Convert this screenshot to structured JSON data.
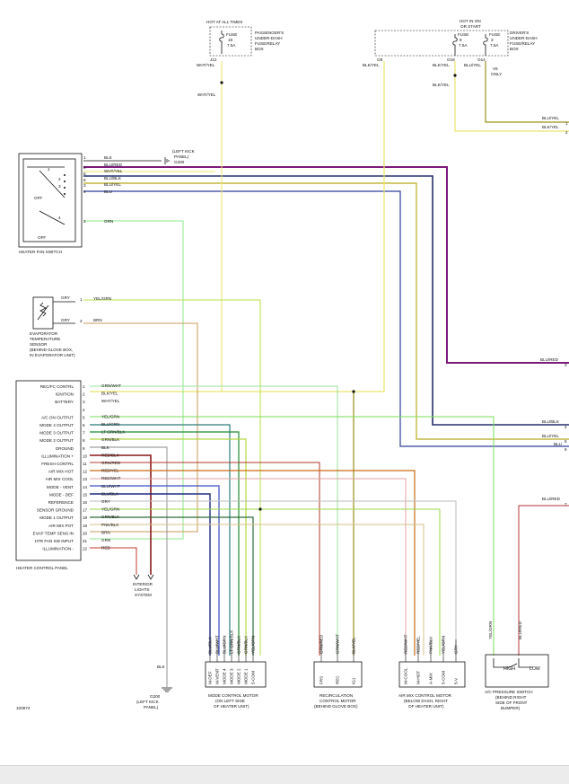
{
  "fuse_boxes": [
    {
      "hot_label": "HOT AT ALL TIMES",
      "fuse": [
        "FUSE",
        "19",
        "7.5A"
      ],
      "box_label": [
        "PASSENGER'S",
        "UNDER-DASH",
        "FUSE/RELAY",
        "BOX"
      ],
      "connector": "J12",
      "wire": "WHT/YEL"
    },
    {
      "hot_label": [
        "HOT IN ON",
        "OR START"
      ],
      "fuse_left": [
        "FUSE",
        "8",
        "7.5A"
      ],
      "fuse_right": [
        "FUSE",
        "3",
        "7.5A"
      ],
      "box_label": [
        "DRIVER'S",
        "UNDER-DASH",
        "FUSE/RELAY",
        "BOX"
      ],
      "connectors": [
        "O8",
        "O19",
        "O14"
      ],
      "wires": [
        "BLK/YEL",
        "BLK/YEL",
        "BLU/YEL"
      ],
      "v6_note": [
        "V6",
        "ONLY"
      ],
      "outputs": [
        {
          "wire": "BLU/YEL",
          "num": "1"
        },
        {
          "wire": "BLK/YEL",
          "num": "2"
        }
      ]
    }
  ],
  "heater_fan_switch": {
    "title": "HEATER FAN SWITCH",
    "positions": [
      "OFF",
      "1",
      "2",
      "3",
      "4",
      "OFF"
    ],
    "pins": [
      {
        "num": "1",
        "wire": "BLK"
      },
      {
        "num": "6",
        "wire": "BLU/RED"
      },
      {
        "num": "5",
        "wire": "WHT/YEL"
      },
      {
        "num": "8",
        "wire": "BLU/BLK"
      },
      {
        "num": "3",
        "wire": "BLU/YEL"
      },
      {
        "num": "4",
        "wire": "BLU"
      },
      {
        "num": "2",
        "wire": "GRN"
      }
    ],
    "ground": [
      "(LEFT KICK",
      "PANEL)",
      "G200"
    ]
  },
  "evap_sensor": {
    "title": [
      "EVAPORATOR",
      "TEMPERATURE",
      "SENSOR",
      "(BEHIND GLOVE BOX,",
      "IN EVAPORATOR UNIT)"
    ],
    "pins": [
      {
        "wire_side": "GRY",
        "num": "1",
        "wire": "YEL/GRN"
      },
      {
        "wire_side": "GRY",
        "num": "2",
        "wire": "BRN"
      }
    ]
  },
  "control_panel": {
    "title": "HEATER CONTROL PANEL",
    "rows": [
      {
        "label": "REC/FC CONTRL",
        "num": "1",
        "wire": "GRN/WHT"
      },
      {
        "label": "IGNITION",
        "num": "2",
        "wire": "BLK/YEL"
      },
      {
        "label": "BATTERY",
        "num": "3",
        "wire": "WHT/YEL"
      },
      {
        "label": "",
        "num": "4",
        "wire": ""
      },
      {
        "label": "A/C ON OUTPUT",
        "num": "5",
        "wire": "YEL/GRN"
      },
      {
        "label": "MODE 4 OUTPUT",
        "num": "6",
        "wire": "BLU/GRN"
      },
      {
        "label": "MODE 3 OUTPUT",
        "num": "7",
        "wire": "LT GRN/BLK"
      },
      {
        "label": "MODE 2 OUTPUT",
        "num": "8",
        "wire": "GRN/BLK"
      },
      {
        "label": "GROUND",
        "num": "9",
        "wire": "BLK"
      },
      {
        "label": "ILLUMINATION +",
        "num": "10",
        "wire": "RED/BLK"
      },
      {
        "label": "FRESH CONTRL",
        "num": "11",
        "wire": "GRN/RED"
      },
      {
        "label": "AIR MIX HOT",
        "num": "12",
        "wire": "RED/YEL"
      },
      {
        "label": "AIR MIX COOL",
        "num": "13",
        "wire": "RED/WHT"
      },
      {
        "label": "MODE - VENT",
        "num": "14",
        "wire": "BLU/WHT"
      },
      {
        "label": "MODE - DEF",
        "num": "15",
        "wire": "BLU/BLK"
      },
      {
        "label": "REFERENCE",
        "num": "16",
        "wire": "GRY"
      },
      {
        "label": "SENSOR GROUND",
        "num": "17",
        "wire": "YEL/GRN"
      },
      {
        "label": "MODE 1 OUTPUT",
        "num": "18",
        "wire": "GRN/BLK"
      },
      {
        "label": "AIR MIX POT",
        "num": "19",
        "wire": "PNK/BLK"
      },
      {
        "label": "EVAP TEMP SENS IN",
        "num": "20",
        "wire": "BRN"
      },
      {
        "label": "HTR FAN SW INPUT",
        "num": "21",
        "wire": "GRN"
      },
      {
        "label": "ILLUMINATION -",
        "num": "22",
        "wire": "RED"
      }
    ]
  },
  "interior_lights": [
    "INTERIOR",
    "LIGHTS",
    "SYSTEM"
  ],
  "right_outputs": [
    {
      "wire": "BLU/RED",
      "num": "3"
    },
    {
      "wire": "BLU/BLK",
      "num": "4"
    },
    {
      "wire": "BLU/YEL",
      "num": "5"
    },
    {
      "wire": "BLU",
      "num": "6"
    },
    {
      "wire": "BLU/RED",
      "num": "7"
    }
  ],
  "components": {
    "mode_motor": {
      "title": [
        "MODE CONTROL MOTOR",
        "(ON LEFT SIDE",
        "OF HEATER UNIT)"
      ],
      "wires": [
        "BLU/BLK",
        "BLU/WHT",
        "BLU/GRN",
        "LT GRN/BLK",
        "GRN/BLK",
        "GRN/BLK",
        "YEL/GRN"
      ],
      "pins": [
        "M-DEF",
        "M-VENT",
        "MODE 4",
        "MODE 3",
        "MODE 2",
        "MODE 1",
        "5-COM"
      ]
    },
    "recirc_motor": {
      "title": [
        "RECIRCULATION",
        "CONTROL MOTOR",
        "(BEHIND GLOVE BOX)"
      ],
      "wires": [
        "GRN/RED",
        "GRN/WHT",
        "BLK/YEL"
      ],
      "pins": [
        "FRS",
        "REC",
        "IG1"
      ]
    },
    "airmix_motor": {
      "title": [
        "AIR MIX CONTROL MOTOR",
        "(BELOW DASH, RIGHT",
        "OF HEATER UNIT)"
      ],
      "wires": [
        "RED/WHT",
        "RED/YEL",
        "PNK/BLK",
        "YEL/GRN",
        "GRY"
      ],
      "pins": [
        "M-COOL",
        "M-HOT",
        "A-MIX",
        "5-COM",
        "5-V"
      ]
    },
    "pressure_switch": {
      "title": [
        "A/C PRESSURE SWITCH",
        "(BEHIND RIGHT",
        "SIDE OF FRONT",
        "BUMPER)"
      ],
      "wires": [
        "YEL/GRN",
        "BLU/RED"
      ],
      "pins": [
        "HIGH",
        "LOW"
      ]
    }
  },
  "ground_g200": {
    "wire": "BLK",
    "label": [
      "G200",
      "(LEFT KICK",
      "PANEL)"
    ]
  },
  "diagram_id": "100974",
  "colors": {
    "purple": "#7b1a7b",
    "navy": "#24306e",
    "yellow": "#ebe46a",
    "olive": "#99901a",
    "green": "#5fd05a",
    "ltgreen": "#8fe88a",
    "brown": "#d08a3a",
    "red": "#b53a3a",
    "orange": "#c96a1a",
    "gray": "#bdbdbd",
    "blue": "#2a3bb0",
    "black": "#111111",
    "dkgreen": "#1f6b1f"
  }
}
